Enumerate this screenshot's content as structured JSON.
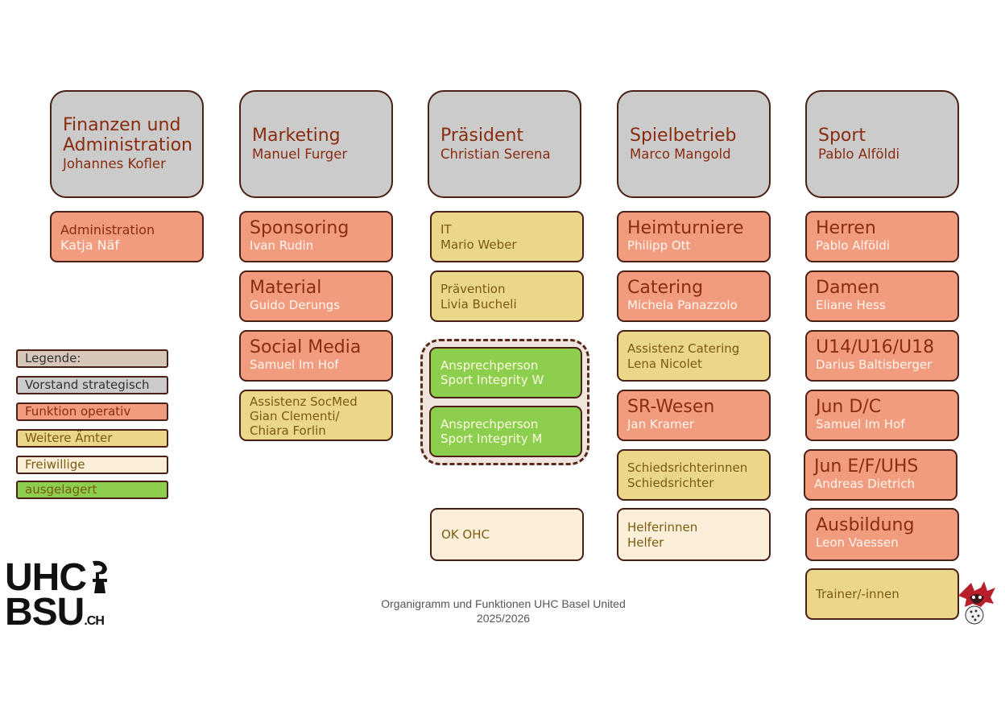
{
  "columns": [
    {
      "title": "Finanzen und Administration",
      "name": "Johannes Kofler"
    },
    {
      "title": "Marketing",
      "name": "Manuel Furger"
    },
    {
      "title": "Präsident",
      "name": "Christian Serena"
    },
    {
      "title": "Spielbetrieb",
      "name": "Marco Mangold"
    },
    {
      "title": "Sport",
      "name": "Pablo Alföldi"
    }
  ],
  "finanzen": {
    "administration": {
      "title": "Administration",
      "name": "Katja Näf"
    }
  },
  "marketing": {
    "sponsoring": {
      "title": "Sponsoring",
      "name": "Ivan Rudin"
    },
    "material": {
      "title": "Material",
      "name": "Guido Derungs"
    },
    "social_media": {
      "title": "Social Media",
      "name": "Samuel Im Hof"
    },
    "assistenz": {
      "line1": "Assistenz SocMed",
      "line2": "Gian Clementi/",
      "line3": "Chiara Forlin"
    }
  },
  "praesident": {
    "it": {
      "title": "IT",
      "name": "Mario Weber"
    },
    "praevention": {
      "title": "Prävention",
      "name": "Livia Bucheli"
    },
    "integrity_w": {
      "line1": "Ansprechperson",
      "line2": "Sport Integrity W"
    },
    "integrity_m": {
      "line1": "Ansprechperson",
      "line2": "Sport Integrity M"
    },
    "ok": {
      "label": "OK OHC"
    }
  },
  "spielbetrieb": {
    "heimturniere": {
      "title": "Heimturniere",
      "name": "Philipp Ott"
    },
    "catering": {
      "title": "Catering",
      "name": "Michela Panazzolo"
    },
    "assistenz_catering": {
      "title": "Assistenz Catering",
      "name": "Lena Nicolet"
    },
    "sr_wesen": {
      "title": "SR-Wesen",
      "name": "Jan Kramer"
    },
    "schiedsrichter": {
      "line1": "Schiedsrichterinnen",
      "line2": "Schiedsrichter"
    },
    "helfer": {
      "line1": "Helferinnen",
      "line2": "Helfer"
    }
  },
  "sport": {
    "herren": {
      "title": "Herren",
      "name": "Pablo Alföldi"
    },
    "damen": {
      "title": "Damen",
      "name": "Eliane Hess"
    },
    "u14": {
      "title": "U14/U16/U18",
      "name": "Darius Baltisberger"
    },
    "jun_dc": {
      "title": "Jun D/C",
      "name": "Samuel Im Hof"
    },
    "jun_ef": {
      "title": "Jun E/F/UHS",
      "name": "Andreas Dietrich"
    },
    "ausbildung": {
      "title": "Ausbildung",
      "name": "Leon Vaessen"
    },
    "trainer": {
      "label": "Trainer/-innen"
    }
  },
  "legend": {
    "title": "Legende:",
    "items": [
      "Vorstand strategisch",
      "Funktion operativ",
      "Weitere Ämter",
      "Freiwillige",
      "ausgelagert"
    ]
  },
  "colors": {
    "vorstand": "#cbcbcb",
    "funktion": "#f29c7f",
    "weitere": "#ecd68a",
    "freiwillige": "#fbefd9",
    "ausgelagert": "#8ccf4e",
    "border": "#4a1f16",
    "text": "#8a2c10"
  },
  "logo": {
    "line1": "UHC",
    "line2": "BSU",
    "suffix": ".CH"
  },
  "caption": {
    "line1": "Organigramm und Funktionen UHC Basel United",
    "line2": "2025/2026"
  }
}
